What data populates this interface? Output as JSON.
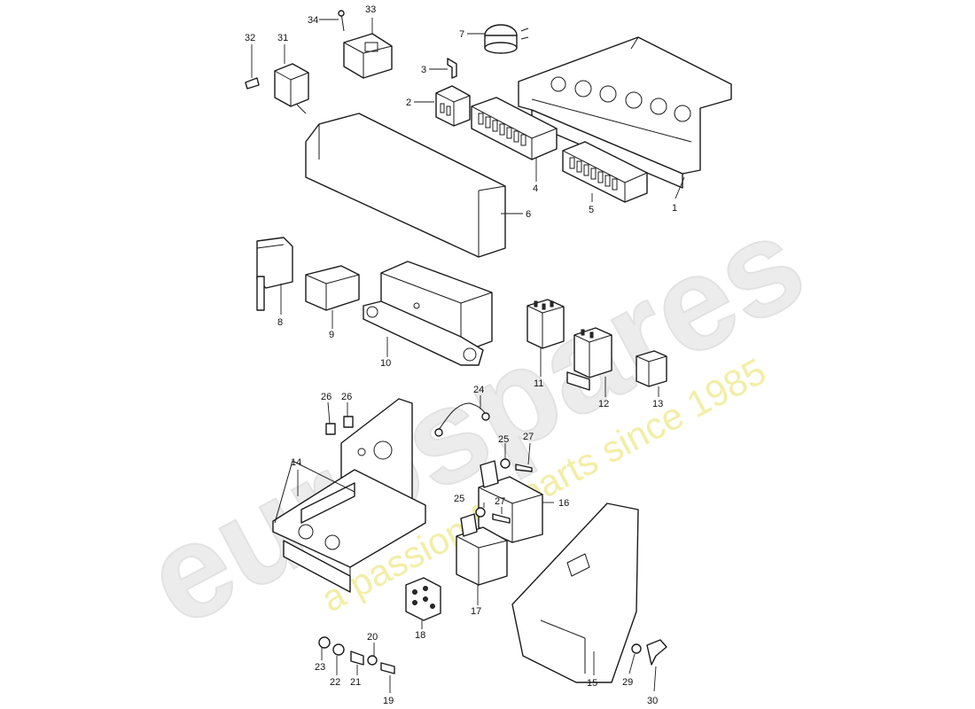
{
  "watermark": {
    "brand": "eurospares",
    "tagline": "a passion for parts since 1985",
    "brand_color": "#e8e8e8",
    "tagline_color": "#f3eea0"
  },
  "callouts": {
    "c1": "1",
    "c2": "2",
    "c3": "3",
    "c4": "4",
    "c5": "5",
    "c6": "6",
    "c7": "7",
    "c8": "8",
    "c9": "9",
    "c10": "10",
    "c11": "11",
    "c12": "12",
    "c13": "13",
    "c14": "14",
    "c15": "15",
    "c16": "16",
    "c17": "17",
    "c18": "18",
    "c19": "19",
    "c20": "20",
    "c21": "21",
    "c22": "22",
    "c23": "23",
    "c24": "24",
    "c25a": "25",
    "c25b": "25",
    "c26a": "26",
    "c26b": "26",
    "c27a": "27",
    "c27b": "27",
    "c29": "29",
    "c30": "30",
    "c31": "31",
    "c32": "32",
    "c33": "33",
    "c34": "34"
  }
}
